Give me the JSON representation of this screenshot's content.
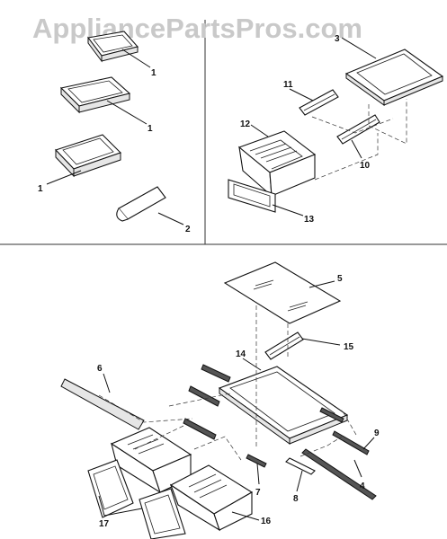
{
  "watermark": "AppliancePartsPros.com",
  "callouts": [
    {
      "id": "c-1a",
      "label": "1"
    },
    {
      "id": "c-1b",
      "label": "1"
    },
    {
      "id": "c-1c",
      "label": "1"
    },
    {
      "id": "c-2",
      "label": "2"
    },
    {
      "id": "c-3",
      "label": "3"
    },
    {
      "id": "c-11",
      "label": "11"
    },
    {
      "id": "c-12",
      "label": "12"
    },
    {
      "id": "c-10",
      "label": "10"
    },
    {
      "id": "c-13",
      "label": "13"
    },
    {
      "id": "c-5",
      "label": "5"
    },
    {
      "id": "c-15",
      "label": "15"
    },
    {
      "id": "c-14",
      "label": "14"
    },
    {
      "id": "c-6",
      "label": "6"
    },
    {
      "id": "c-9",
      "label": "9"
    },
    {
      "id": "c-7",
      "label": "7"
    },
    {
      "id": "c-8",
      "label": "8"
    },
    {
      "id": "c-4",
      "label": "4"
    },
    {
      "id": "c-17",
      "label": "17"
    },
    {
      "id": "c-16",
      "label": "16"
    }
  ]
}
